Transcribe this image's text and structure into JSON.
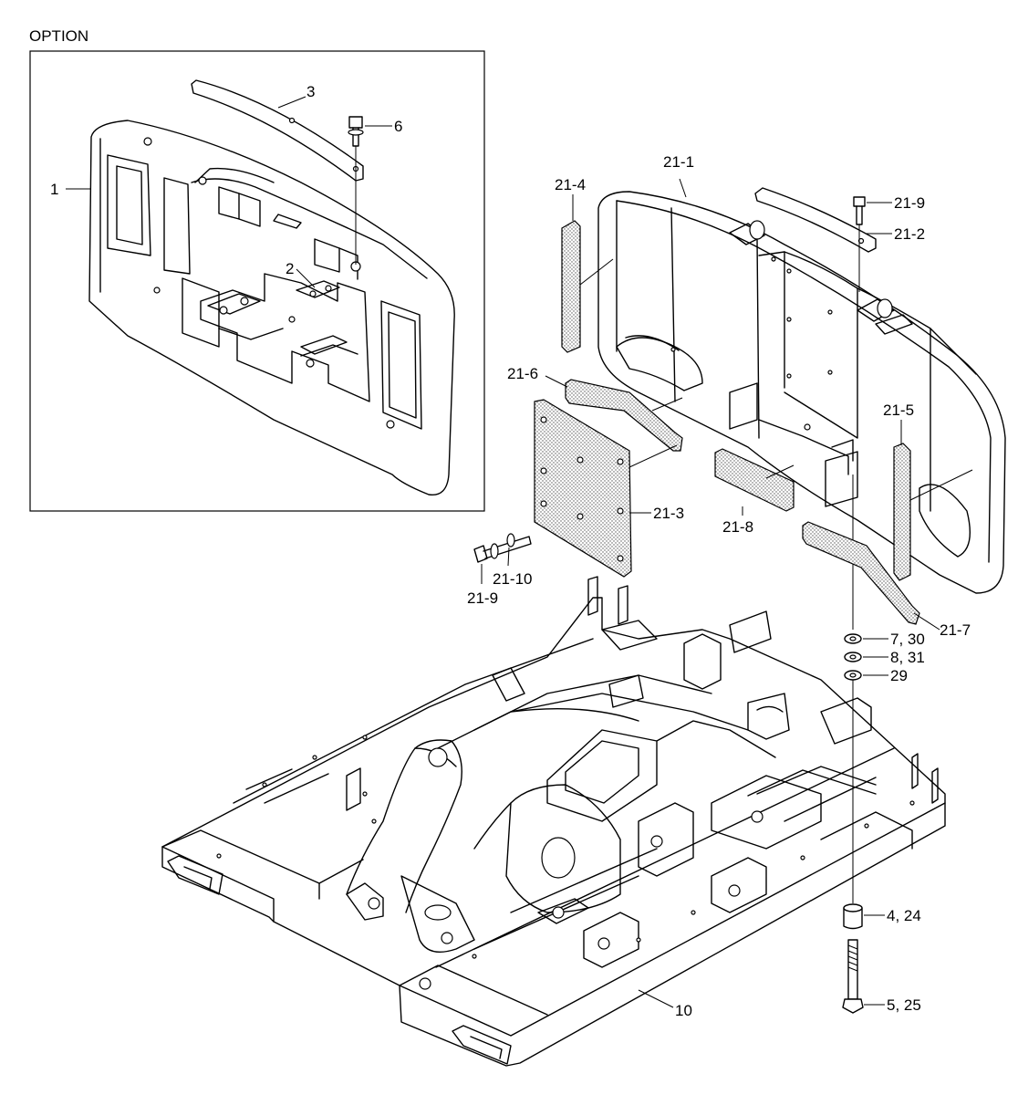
{
  "option_label": "OPTION",
  "callouts": {
    "c1": "1",
    "c2": "2",
    "c3": "3",
    "c6": "6",
    "c21_1": "21-1",
    "c21_2": "21-2",
    "c21_3": "21-3",
    "c21_4": "21-4",
    "c21_5": "21-5",
    "c21_6": "21-6",
    "c21_7": "21-7",
    "c21_8": "21-8",
    "c21_9a": "21-9",
    "c21_9b": "21-9",
    "c21_10": "21-10",
    "c7_30": "7, 30",
    "c8_31": "8, 31",
    "c29": "29",
    "c4_24": "4, 24",
    "c5_25": "5, 25",
    "c10": "10"
  }
}
